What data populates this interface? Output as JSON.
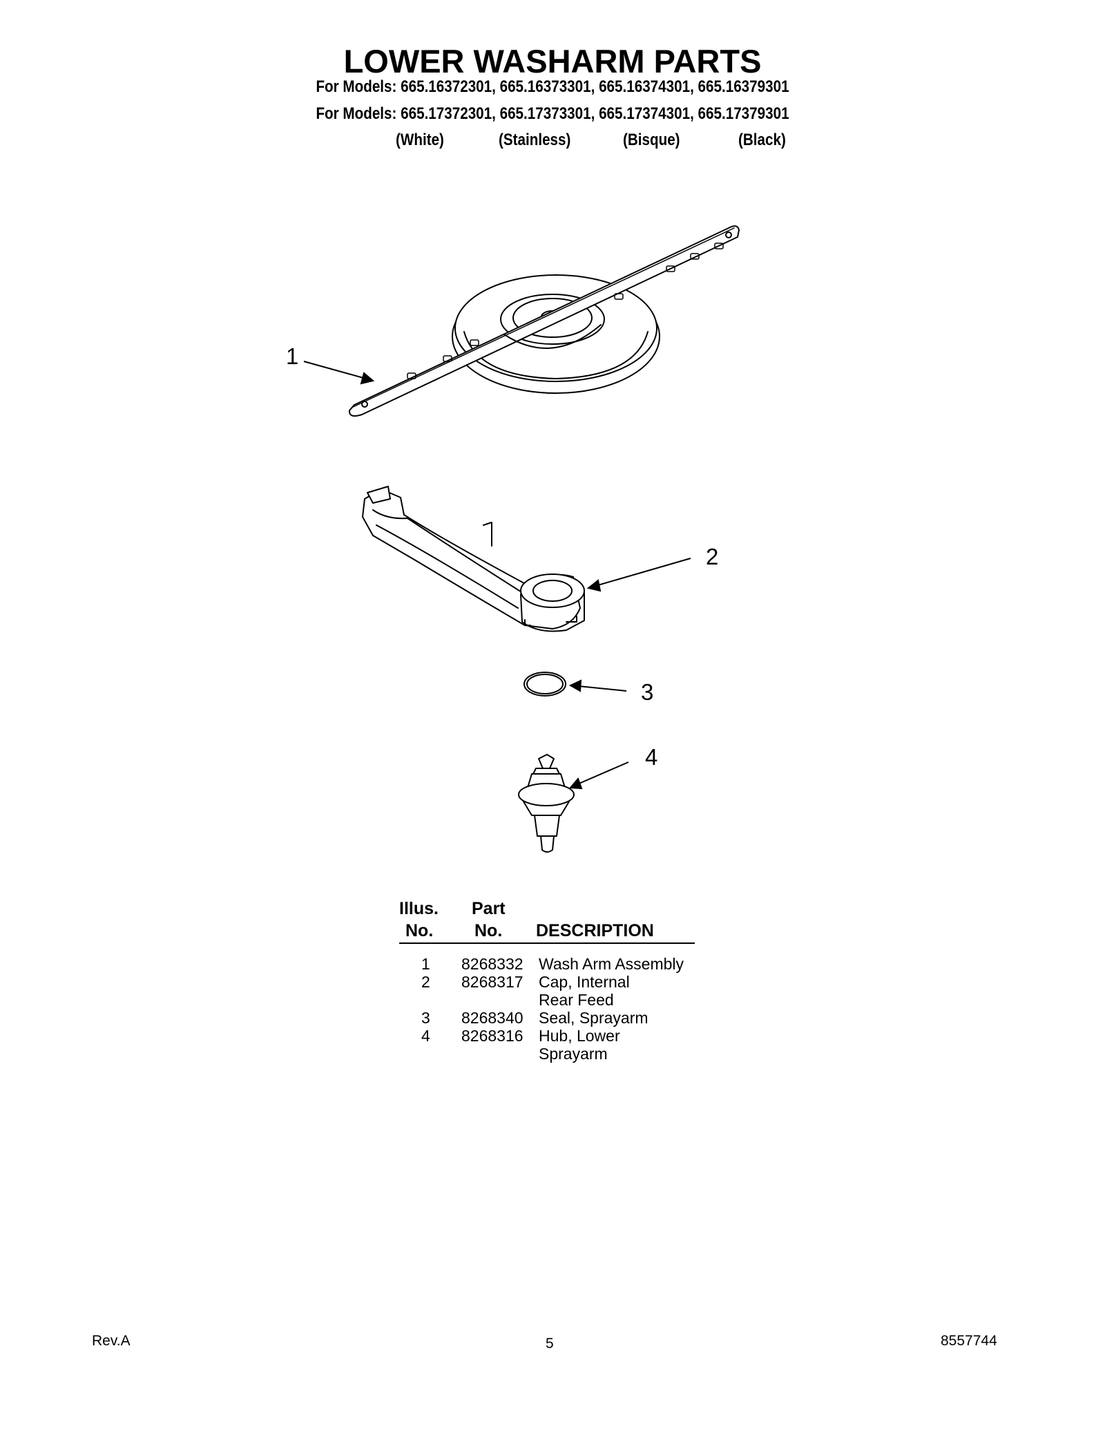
{
  "title": "LOWER WASHARM PARTS",
  "models": [
    "For Models: 665.16372301, 665.16373301, 665.16374301, 665.16379301",
    "For Models: 665.17372301, 665.17373301, 665.17374301, 665.17379301"
  ],
  "finishes": [
    "(White)",
    "(Stainless)",
    "(Bisque)",
    "(Black)"
  ],
  "callouts": [
    "1",
    "2",
    "3",
    "4"
  ],
  "table": {
    "headers": {
      "illus_line1": "Illus.",
      "illus_line2": "No.",
      "part_line1": "Part",
      "part_line2": "No.",
      "description": "DESCRIPTION"
    },
    "rows": [
      {
        "illus": "1",
        "part": "8268332",
        "description": [
          "Wash Arm Assembly"
        ]
      },
      {
        "illus": "2",
        "part": "8268317",
        "description": [
          "Cap, Internal",
          "Rear Feed"
        ]
      },
      {
        "illus": "3",
        "part": "8268340",
        "description": [
          "Seal, Sprayarm"
        ]
      },
      {
        "illus": "4",
        "part": "8268316",
        "description": [
          "Hub, Lower",
          "Sprayarm"
        ]
      }
    ]
  },
  "footer": {
    "revision": "Rev.A",
    "page": "5",
    "doc_number": "8557744"
  }
}
